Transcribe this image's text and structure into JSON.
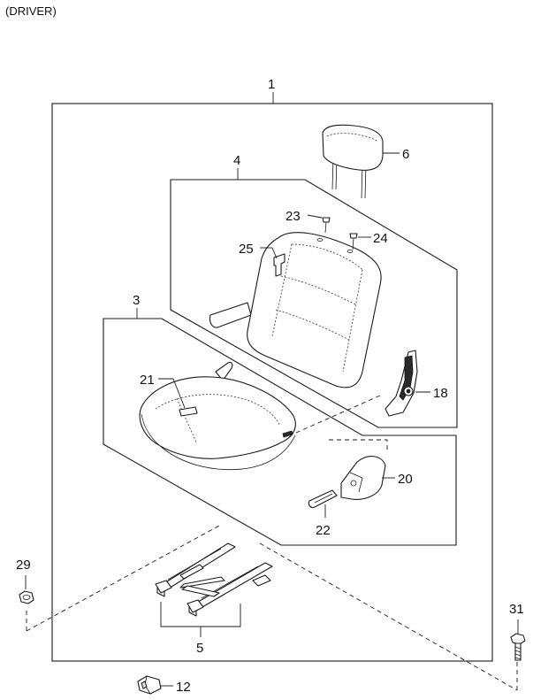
{
  "header": {
    "variant_label": "(DRIVER)"
  },
  "callouts": {
    "c1": "1",
    "c3": "3",
    "c4": "4",
    "c5": "5",
    "c6": "6",
    "c12": "12",
    "c18": "18",
    "c20": "20",
    "c21": "21",
    "c22": "22",
    "c23": "23",
    "c24": "24",
    "c25": "25",
    "c29": "29",
    "c31": "31"
  }
}
